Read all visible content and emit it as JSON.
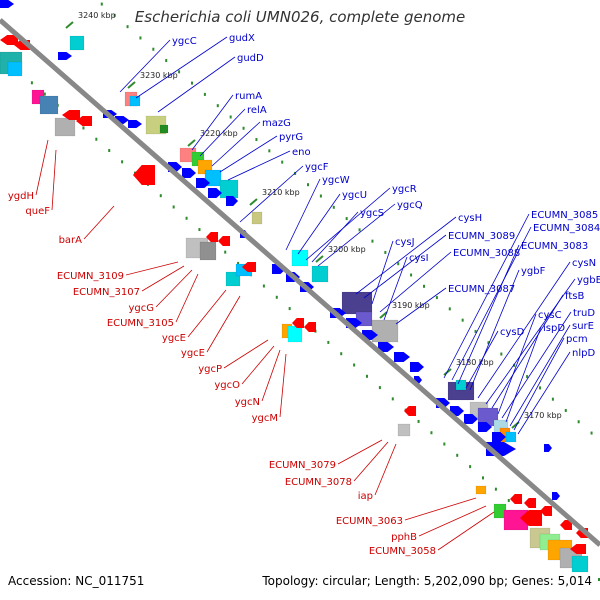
{
  "title": "Escherichia coli UMN026, complete genome",
  "footer": {
    "accession": "Accession: NC_011751",
    "summary": "Topology: circular; Length: 5,202,090 bp; Genes: 5,014"
  },
  "colors": {
    "backbone": "#888888",
    "forward_label": "#0000cc",
    "reverse_label": "#cc0000",
    "forward_feature": "#0000ff",
    "reverse_feature": "#ff0000",
    "tick": "#2e8b2e"
  },
  "ruler": {
    "ticks": [
      {
        "label": "3240 kbp"
      },
      {
        "label": "3230 kbp"
      },
      {
        "label": "3220 kbp"
      },
      {
        "label": "3210 kbp"
      },
      {
        "label": "3200 kbp"
      },
      {
        "label": "3190 kbp"
      },
      {
        "label": "3180 kbp"
      },
      {
        "label": "3170 kbp"
      }
    ]
  },
  "forward_genes": [
    {
      "name": "ygcC"
    },
    {
      "name": "gudX"
    },
    {
      "name": "gudD"
    },
    {
      "name": "rumA"
    },
    {
      "name": "relA"
    },
    {
      "name": "mazG"
    },
    {
      "name": "pyrG"
    },
    {
      "name": "eno"
    },
    {
      "name": "ygcF"
    },
    {
      "name": "ygcW"
    },
    {
      "name": "ygcU"
    },
    {
      "name": "ygcR"
    },
    {
      "name": "ygcS"
    },
    {
      "name": "ygcQ"
    },
    {
      "name": "cysH"
    },
    {
      "name": "ECUMN_3089"
    },
    {
      "name": "cysJ"
    },
    {
      "name": "ECUMN_3088"
    },
    {
      "name": "cysI"
    },
    {
      "name": "ECUMN_3087"
    },
    {
      "name": "ECUMN_3085"
    },
    {
      "name": "ECUMN_3084"
    },
    {
      "name": "ECUMN_3083"
    },
    {
      "name": "ygbF"
    },
    {
      "name": "cysN"
    },
    {
      "name": "ygbE"
    },
    {
      "name": "ftsB"
    },
    {
      "name": "cysC"
    },
    {
      "name": "truD"
    },
    {
      "name": "cysD"
    },
    {
      "name": "ispD"
    },
    {
      "name": "surE"
    },
    {
      "name": "pcm"
    },
    {
      "name": "nlpD"
    }
  ],
  "reverse_genes": [
    {
      "name": "ygdH"
    },
    {
      "name": "queF"
    },
    {
      "name": "barA"
    },
    {
      "name": "ECUMN_3109"
    },
    {
      "name": "ECUMN_3107"
    },
    {
      "name": "ygcG"
    },
    {
      "name": "ECUMN_3105"
    },
    {
      "name": "ygcE"
    },
    {
      "name": "ygcE"
    },
    {
      "name": "ygcP"
    },
    {
      "name": "ygcO"
    },
    {
      "name": "ygcN"
    },
    {
      "name": "ygcM"
    },
    {
      "name": "ECUMN_3079"
    },
    {
      "name": "ECUMN_3078"
    },
    {
      "name": "iap"
    },
    {
      "name": "ECUMN_3063"
    },
    {
      "name": "pphB"
    },
    {
      "name": "ECUMN_3058"
    }
  ]
}
